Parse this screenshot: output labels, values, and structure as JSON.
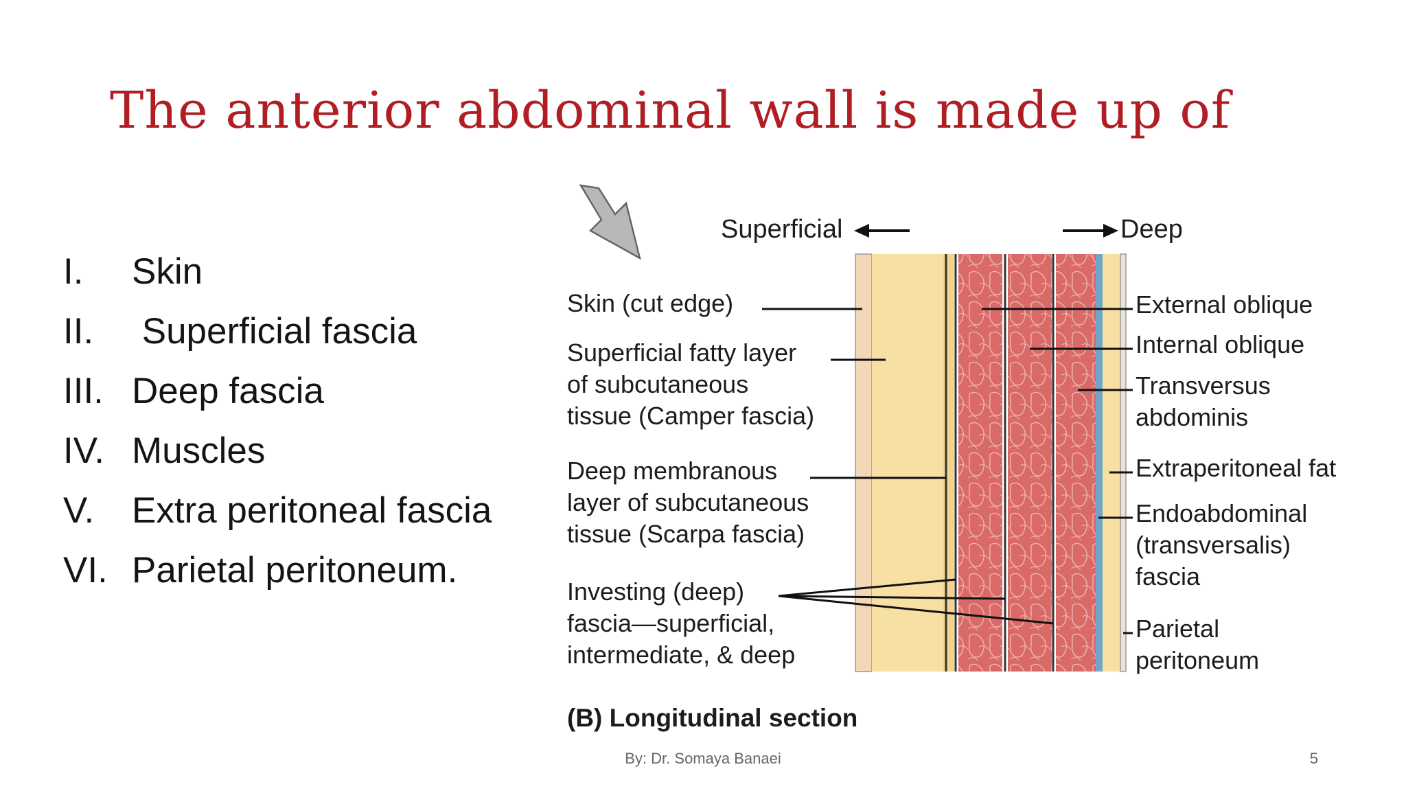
{
  "slide": {
    "title": "The anterior abdominal wall is made up of",
    "layers": [
      {
        "num": "I.",
        "text": "Skin"
      },
      {
        "num": "II.",
        "text": " Superficial fascia"
      },
      {
        "num": "III.",
        "text": "Deep fascia"
      },
      {
        "num": "IV.",
        "text": "Muscles"
      },
      {
        "num": "V.",
        "text": "Extra peritoneal fascia"
      },
      {
        "num": "VI.",
        "text": "Parietal peritoneum."
      }
    ],
    "footer_author": "By: Dr. Somaya Banaei",
    "page_number": "5"
  },
  "figure": {
    "superficial": "Superficial",
    "deep": "Deep",
    "left_labels": {
      "skin": "Skin (cut edge)",
      "camper_1": "Superficial fatty layer",
      "camper_2": "of subcutaneous",
      "camper_3": "tissue (Camper fascia)",
      "scarpa_1": "Deep membranous",
      "scarpa_2": "layer of subcutaneous",
      "scarpa_3": "tissue (Scarpa fascia)",
      "investing_1": "Investing (deep)",
      "investing_2": "fascia—superficial,",
      "investing_3": "intermediate, & deep"
    },
    "right_labels": {
      "external_oblique": "External oblique",
      "internal_oblique": "Internal oblique",
      "transversus_1": "Transversus",
      "transversus_2": "abdominis",
      "extraperitoneal": "Extraperitoneal fat",
      "endo_1": "Endoabdominal",
      "endo_2": "(transversalis)",
      "endo_3": "fascia",
      "parietal_1": "Parietal",
      "parietal_2": "peritoneum"
    },
    "caption": "(B) Longitudinal section",
    "colors": {
      "skin": "#f2d7b8",
      "fat": "#f7e0a3",
      "muscle": "#d96a68",
      "fascia_line": "#2a2a2a",
      "transversalis": "#6fa6c9",
      "arrow_gray": "#b0b0b0"
    }
  }
}
